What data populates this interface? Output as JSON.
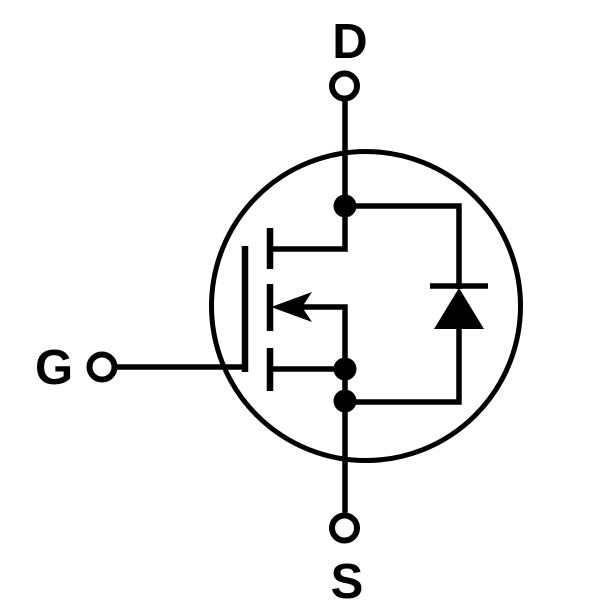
{
  "diagram": {
    "kind": "circuit-schematic",
    "subject": "n-channel-mosfet-with-body-diode"
  },
  "colors": {
    "line": "#000000",
    "background": "#ffffff",
    "fill": "#000000"
  },
  "terminals": {
    "drain": {
      "label": "D"
    },
    "gate": {
      "label": "G"
    },
    "source": {
      "label": "S"
    }
  },
  "parts": [
    "transistor-envelope-circle",
    "drain-terminal-pin",
    "gate-terminal-pin",
    "source-terminal-pin",
    "gate-electrode-line",
    "dashed-channel-line",
    "n-channel-substrate-arrow",
    "body-diode",
    "junction-dots"
  ]
}
